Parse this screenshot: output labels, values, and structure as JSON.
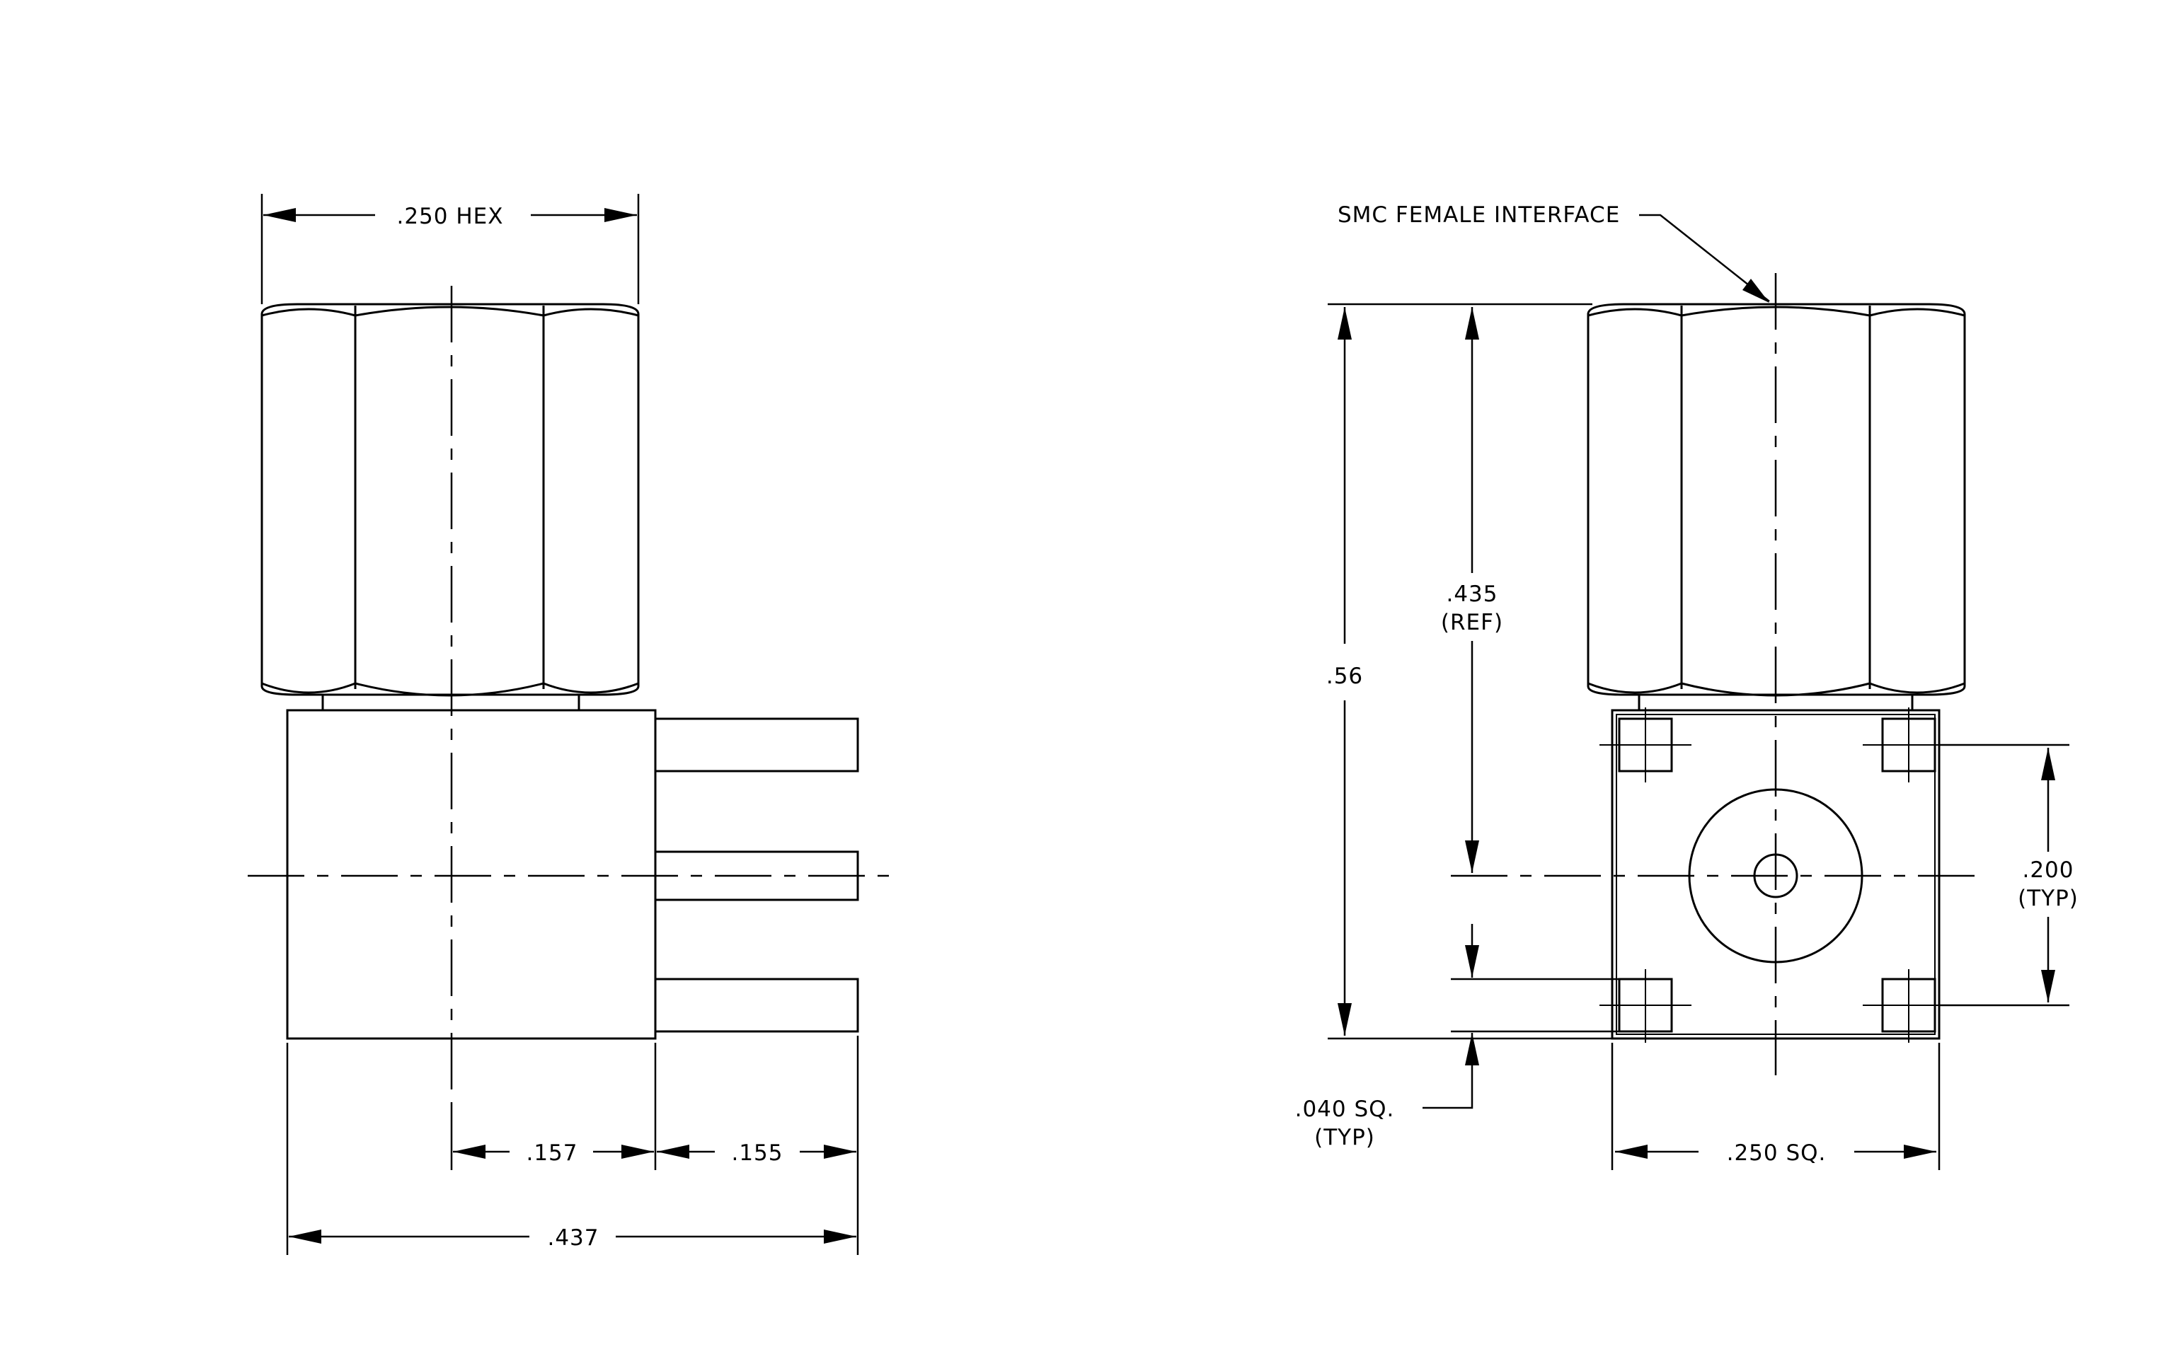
{
  "left_view": {
    "hex_dim": ".250 HEX",
    "dim_157": ".157",
    "dim_155": ".155",
    "dim_437": ".437"
  },
  "right_view": {
    "interface_label": "SMC FEMALE INTERFACE",
    "dim_56": ".56",
    "dim_435": ".435",
    "dim_435_note": "(REF)",
    "dim_200": ".200",
    "dim_200_note": "(TYP)",
    "dim_040": ".040 SQ.",
    "dim_040_note": "(TYP)",
    "dim_250sq": ".250 SQ."
  }
}
